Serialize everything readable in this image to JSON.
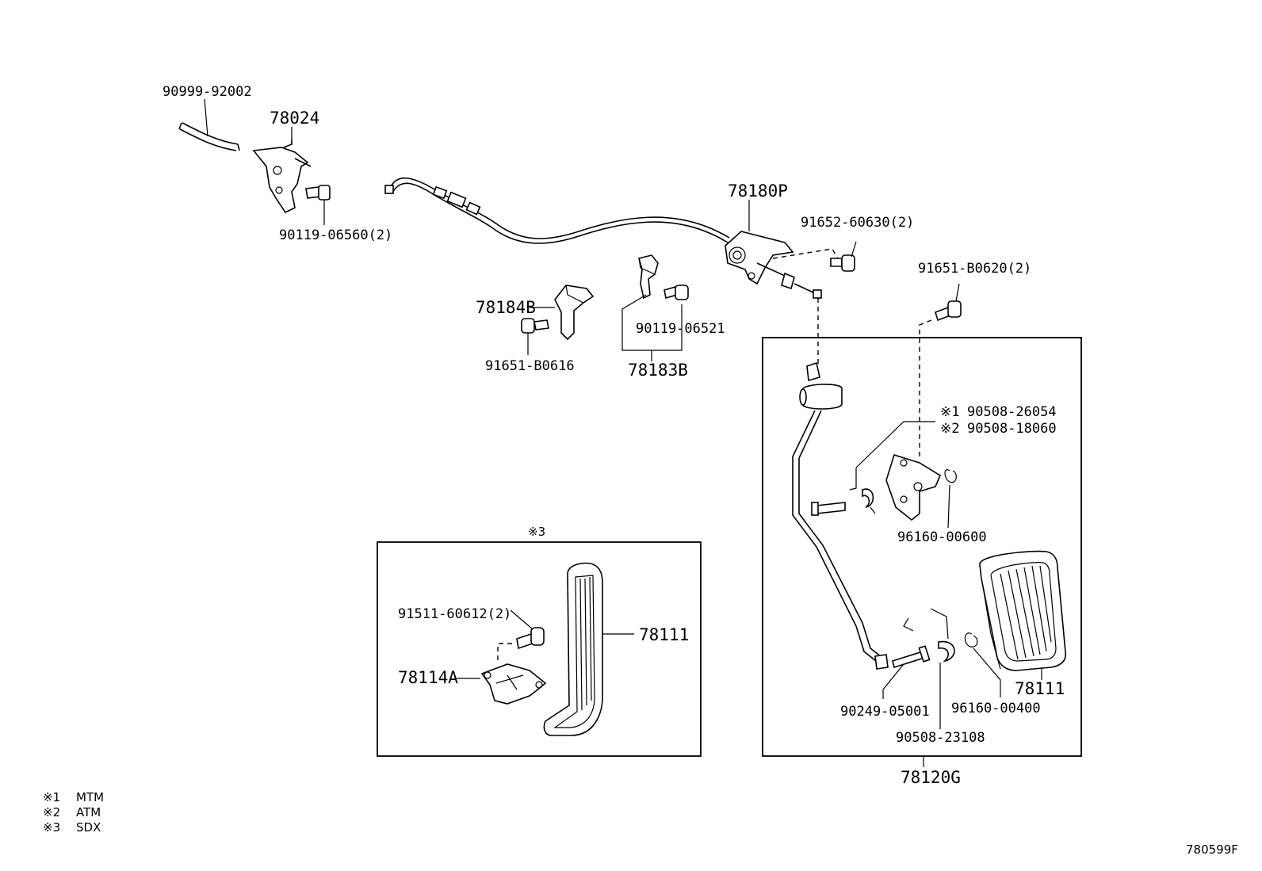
{
  "diagram_id": "780599F",
  "parts": {
    "hose": "90999-92002",
    "bracket_top": "78024",
    "bolt_bracket": "90119-06560(2)",
    "cable_assy": "78180P",
    "bolt_cable": "91652-60630(2)",
    "bolt_pedal_bracket": "91651-B0620(2)",
    "clamp": "78184B",
    "bolt_clamp": "91651-B0616",
    "bolt_clamp2": "90119-06521",
    "clamp2": "78183B",
    "spring1_mark": "※1",
    "spring1": "90508-26054",
    "spring2_mark": "※2",
    "spring2": "90508-18060",
    "ring1": "96160-00600",
    "sdx_mark": "※3",
    "screw_sdx": "91511-60612(2)",
    "pad_sdx": "78111",
    "bracket_sdx": "78114A",
    "pad": "78111",
    "pin": "90249-05001",
    "ring2": "96160-00400",
    "spring3": "90508-23108",
    "pedal_assy": "78120G"
  },
  "legend": [
    {
      "mark": "※1",
      "text": "MTM"
    },
    {
      "mark": "※2",
      "text": "ATM"
    },
    {
      "mark": "※3",
      "text": "SDX"
    }
  ]
}
